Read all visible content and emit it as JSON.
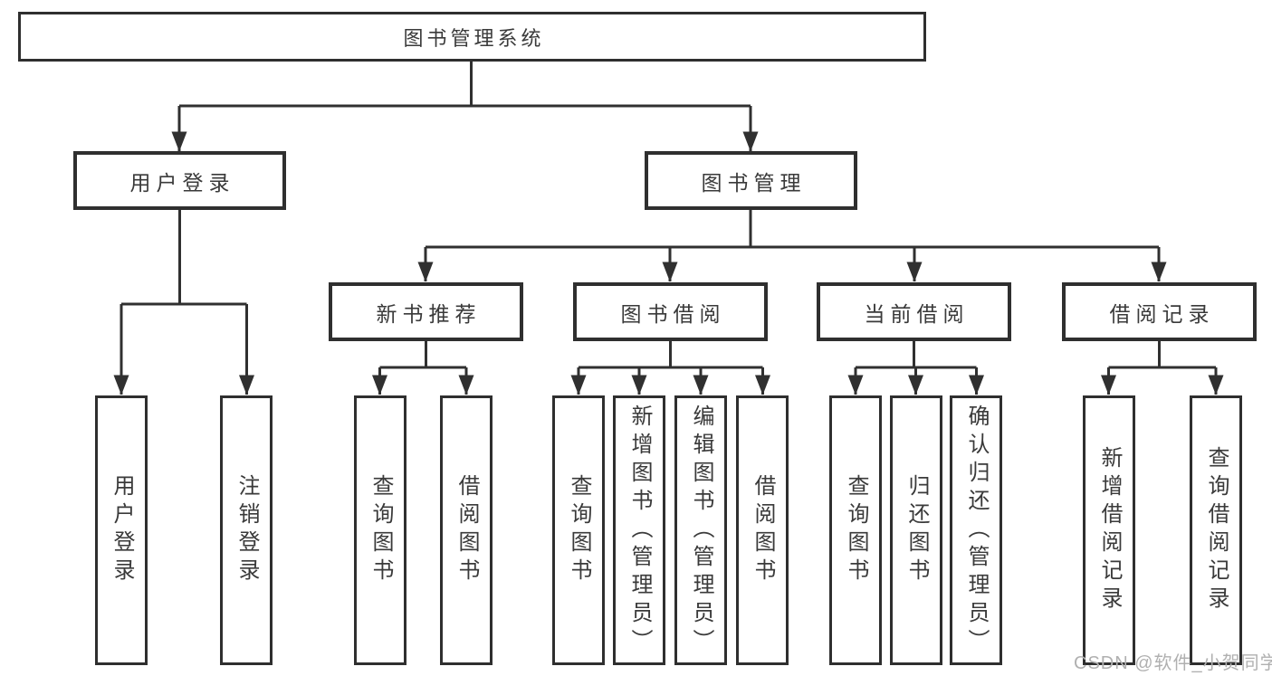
{
  "diagram": {
    "root": {
      "label": "图书管理系统"
    },
    "user_login_branch": {
      "label": "用户登录",
      "children": [
        {
          "label": "用户登录"
        },
        {
          "label": "注销登录"
        }
      ]
    },
    "book_mgmt_branch": {
      "label": "图书管理",
      "groups": [
        {
          "label": "新书推荐",
          "children": [
            {
              "label": "查询图书"
            },
            {
              "label": "借阅图书"
            }
          ]
        },
        {
          "label": "图书借阅",
          "children": [
            {
              "label": "查询图书"
            },
            {
              "label": "新增图书（管理员）"
            },
            {
              "label": "编辑图书（管理员）"
            },
            {
              "label": "借阅图书"
            }
          ]
        },
        {
          "label": "当前借阅",
          "children": [
            {
              "label": "查询图书"
            },
            {
              "label": "归还图书"
            },
            {
              "label": "确认归还（管理员）"
            }
          ]
        },
        {
          "label": "借阅记录",
          "children": [
            {
              "label": "新增借阅记录"
            },
            {
              "label": "查询借阅记录"
            }
          ]
        }
      ]
    },
    "watermark": "CSDN @软件_小贺同学",
    "colors": {
      "line": "#303030",
      "box_border": "#2f2f2f",
      "text": "#3a3a3a",
      "watermark": "#b0b0b0",
      "background": "#ffffff"
    }
  }
}
